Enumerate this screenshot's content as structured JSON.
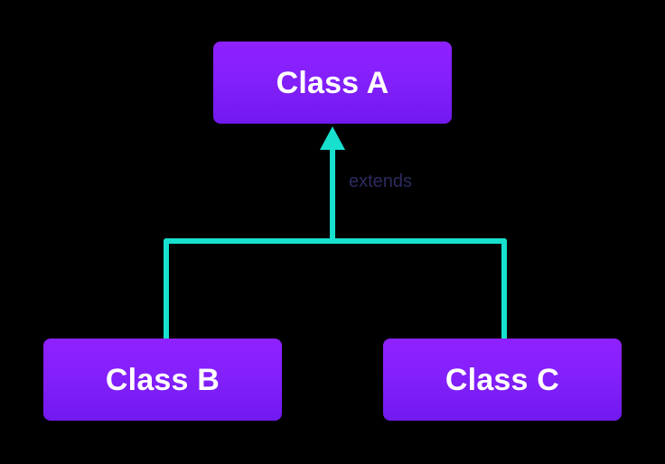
{
  "diagram": {
    "type": "uml-class-inheritance",
    "background_color": "#000000",
    "title_visible": false,
    "nodes": [
      {
        "id": "class-a",
        "label": "Class A",
        "role": "superclass",
        "fill_top": "#8F21FF",
        "fill_bottom": "#7119EE",
        "text_color": "#FFFFFF"
      },
      {
        "id": "class-b",
        "label": "Class B",
        "role": "subclass",
        "fill_top": "#8F21FF",
        "fill_bottom": "#7119EE",
        "text_color": "#FFFFFF"
      },
      {
        "id": "class-c",
        "label": "Class C",
        "role": "subclass",
        "fill_top": "#8F21FF",
        "fill_bottom": "#7119EE",
        "text_color": "#FFFFFF"
      }
    ],
    "edges": [
      {
        "id": "inheritance-edge",
        "label": "extends",
        "label_color": "#2B2B5E",
        "from": [
          "class-b",
          "class-c"
        ],
        "to": "class-a",
        "line_color": "#17E0CE",
        "arrow_head": "triangle-up",
        "arrow_target": "class-a"
      }
    ]
  }
}
